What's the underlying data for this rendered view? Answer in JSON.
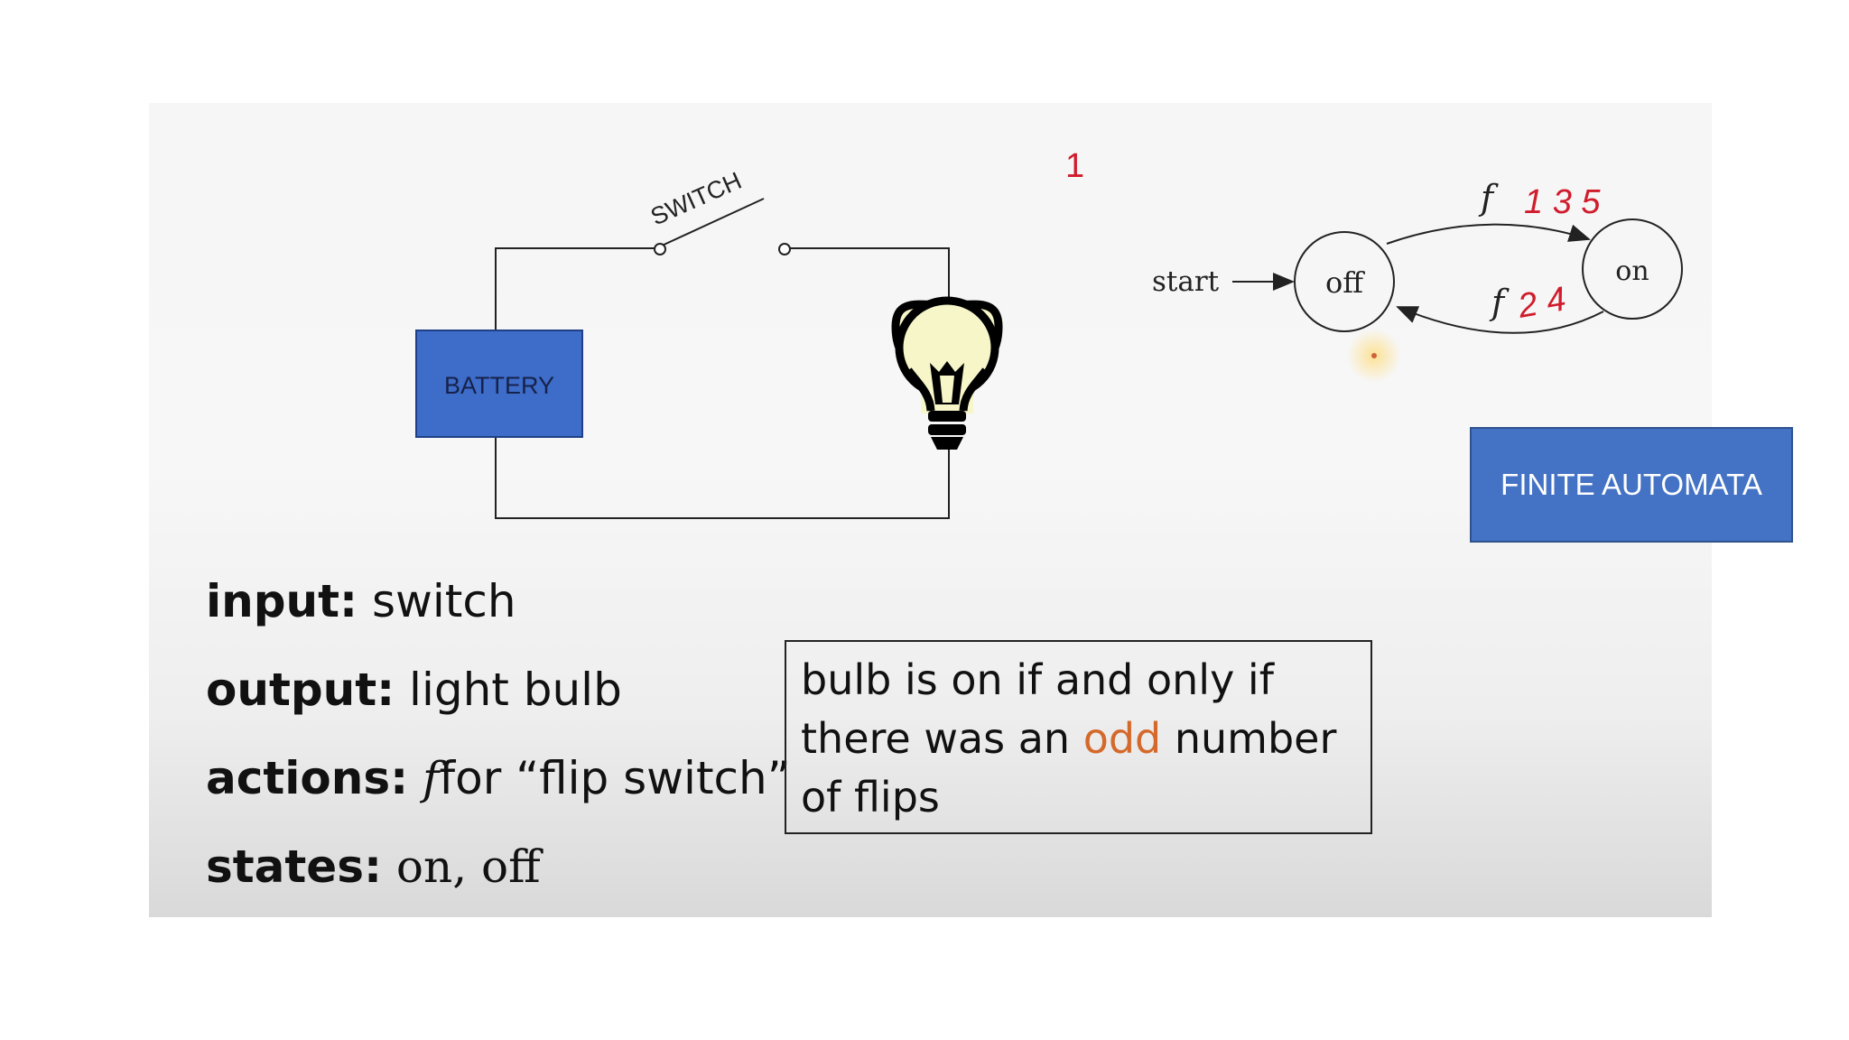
{
  "circuit": {
    "switch_label": "SWITCH",
    "battery_label": "BATTERY"
  },
  "automaton": {
    "start_label": "start",
    "state_off": "off",
    "state_on": "on",
    "transition_symbol": "f",
    "annotation_top": "1 3 5",
    "annotation_bottom": "2 4",
    "annotation_mark": "1"
  },
  "title_box": "FINITE AUTOMATA",
  "definitions": {
    "input_key": "input:",
    "input_value": "switch",
    "output_key": "output:",
    "output_value": "light bulb",
    "actions_key": "actions:",
    "actions_symbol": "f",
    "actions_value": "for “flip switch”",
    "states_key": "states:",
    "states_value": "on, off"
  },
  "note": {
    "line1": "bulb is on if and only if",
    "line2_pre": "there was an ",
    "line2_highlight": "odd",
    "line2_post": " number",
    "line3": "of flips"
  },
  "colors": {
    "battery_fill": "#3d6cc9",
    "title_box_fill": "#4472c4",
    "bulb_fill": "#f7f6c9",
    "highlight": "#d4692b",
    "annotation_red": "#d01c2c"
  }
}
